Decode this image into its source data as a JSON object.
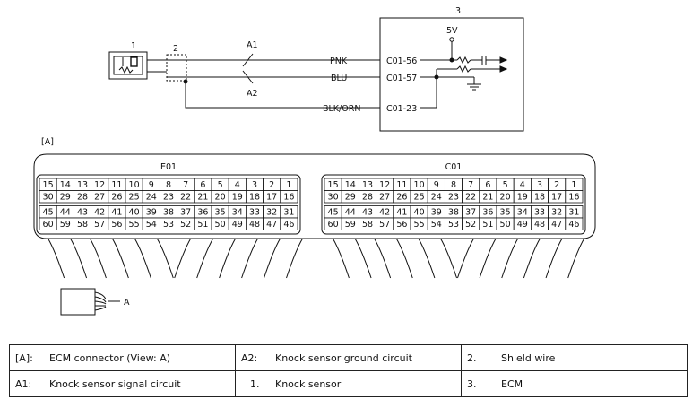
{
  "diagram": {
    "callouts": {
      "sensor": "1",
      "shield": "2",
      "ecm": "3",
      "a1": "A1",
      "a2": "A2"
    },
    "supply_voltage": "5V",
    "wires": [
      {
        "color": "PNK",
        "terminal": "C01-56"
      },
      {
        "color": "BLU",
        "terminal": "C01-57"
      },
      {
        "color": "BLK/ORN",
        "terminal": "C01-23"
      }
    ],
    "view_label": "[A]",
    "view_pointer": "A",
    "connectors": [
      {
        "name": "E01",
        "rows": [
          [
            "15",
            "14",
            "13",
            "12",
            "11",
            "10",
            "9",
            "8",
            "7",
            "6",
            "5",
            "4",
            "3",
            "2",
            "1"
          ],
          [
            "30",
            "29",
            "28",
            "27",
            "26",
            "25",
            "24",
            "23",
            "22",
            "21",
            "20",
            "19",
            "18",
            "17",
            "16"
          ],
          [
            "45",
            "44",
            "43",
            "42",
            "41",
            "40",
            "39",
            "38",
            "37",
            "36",
            "35",
            "34",
            "33",
            "32",
            "31"
          ],
          [
            "60",
            "59",
            "58",
            "57",
            "56",
            "55",
            "54",
            "53",
            "52",
            "51",
            "50",
            "49",
            "48",
            "47",
            "46"
          ]
        ]
      },
      {
        "name": "C01",
        "rows": [
          [
            "15",
            "14",
            "13",
            "12",
            "11",
            "10",
            "9",
            "8",
            "7",
            "6",
            "5",
            "4",
            "3",
            "2",
            "1"
          ],
          [
            "30",
            "29",
            "28",
            "27",
            "26",
            "25",
            "24",
            "23",
            "22",
            "21",
            "20",
            "19",
            "18",
            "17",
            "16"
          ],
          [
            "45",
            "44",
            "43",
            "42",
            "41",
            "40",
            "39",
            "38",
            "37",
            "36",
            "35",
            "34",
            "33",
            "32",
            "31"
          ],
          [
            "60",
            "59",
            "58",
            "57",
            "56",
            "55",
            "54",
            "53",
            "52",
            "51",
            "50",
            "49",
            "48",
            "47",
            "46"
          ]
        ]
      }
    ]
  },
  "legend": [
    [
      {
        "key": "[A]:",
        "text": "ECM connector (View: A)"
      },
      {
        "key": "A2:",
        "text": "Knock sensor ground circuit"
      },
      {
        "key": "2.",
        "text": "Shield wire"
      }
    ],
    [
      {
        "key": "A1:",
        "text": "Knock sensor signal circuit"
      },
      {
        "key": "1.",
        "text": "Knock sensor"
      },
      {
        "key": "3.",
        "text": "ECM"
      }
    ]
  ]
}
